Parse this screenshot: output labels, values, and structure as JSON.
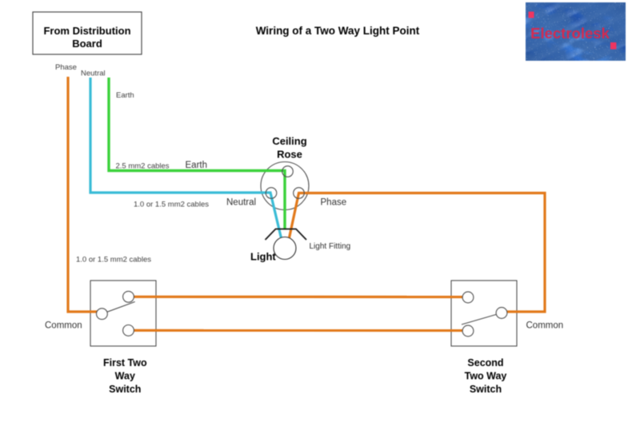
{
  "title": "Wiring of a Two Way Light Point",
  "logo": {
    "text": "Electrolesk",
    "bg_color": "#2059b8",
    "text_color": "#d32b50",
    "accent_color": "#ee3560"
  },
  "distribution_board": {
    "label_line1": "From Distribution",
    "label_line2": "Board"
  },
  "feed_labels": {
    "phase": "Phase",
    "neutral": "Neutral",
    "earth": "Earth"
  },
  "cable_labels": {
    "earth_cable": "2.5 mm2 cables",
    "earth_wire": "Earth",
    "neutral_cable": "1.0 or 1.5 mm2 cables",
    "neutral_wire": "Neutral",
    "phase_wire": "Phase",
    "switch_cable": "1.0 or 1.5 mm2 cables"
  },
  "ceiling_rose": {
    "label_line1": "Ceiling",
    "label_line2": "Rose"
  },
  "light": {
    "label": "Light",
    "fitting_label": "Light Fitting"
  },
  "switch_first": {
    "caption_line1": "First Two",
    "caption_line2": "Way",
    "caption_line3": "Switch",
    "common_label": "Common"
  },
  "switch_second": {
    "caption_line1": "Second",
    "caption_line2": "Two Way",
    "caption_line3": "Switch",
    "common_label": "Common"
  },
  "colors": {
    "phase": "#e2791a",
    "neutral": "#3abcd6",
    "earth": "#3bd23b",
    "outline": "#4d4d4d",
    "fitting": "#1a1a1a"
  }
}
